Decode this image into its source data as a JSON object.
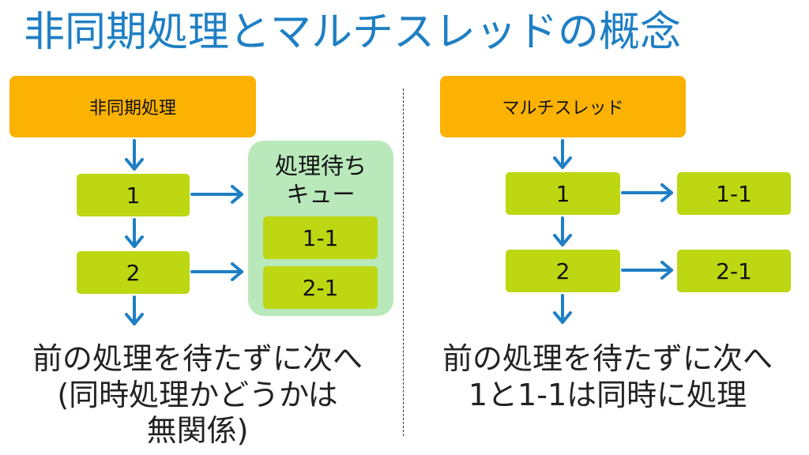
{
  "title": "非同期処理とマルチスレッドの概念",
  "left": {
    "header": "非同期処理",
    "step1": "1",
    "step2": "2",
    "queue": {
      "title_line1": "処理待ち",
      "title_line2": "キュー",
      "item1": "1-1",
      "item2": "2-1"
    },
    "caption_line1": "前の処理を待たずに次へ",
    "caption_line2": "(同時処理かどうかは",
    "caption_line3": "無関係)"
  },
  "right": {
    "header": "マルチスレッド",
    "step1": "1",
    "step2": "2",
    "sub1": "1-1",
    "sub2": "2-1",
    "caption_line1": "前の処理を待たずに次へ",
    "caption_line2": "1と1-1は同時に処理"
  },
  "colors": {
    "title": "#1f7fc4",
    "orange": "#fbb203",
    "green": "#bdd712",
    "queue_bg": "#b9e8bb",
    "arrow": "#1f7fc4"
  },
  "icons": {
    "arrow_down": "arrow-down-icon",
    "arrow_right": "arrow-right-icon"
  }
}
